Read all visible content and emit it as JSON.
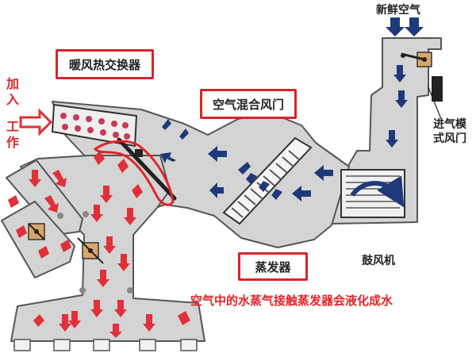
{
  "labels": {
    "fresh_air": "新鲜空气",
    "heater_core": "暖风热交换器",
    "heater_input_col1": "加入",
    "heater_input_col2": "工作",
    "blend_door": "空气混合风门",
    "intake_door_line1": "进气模",
    "intake_door_line2": "式风门",
    "blower": "鼓风机",
    "evaporator": "蒸发器",
    "caption": "空气中的水蒸气接触蒸发器会液化成水"
  },
  "colors": {
    "duct_fill": "#d4d4d4",
    "duct_stroke": "#555555",
    "cold_arrow": "#1f3a7a",
    "hot_arrow": "#e0303a",
    "label_border": "#d6252a",
    "door_fill": "#d9a66a"
  }
}
